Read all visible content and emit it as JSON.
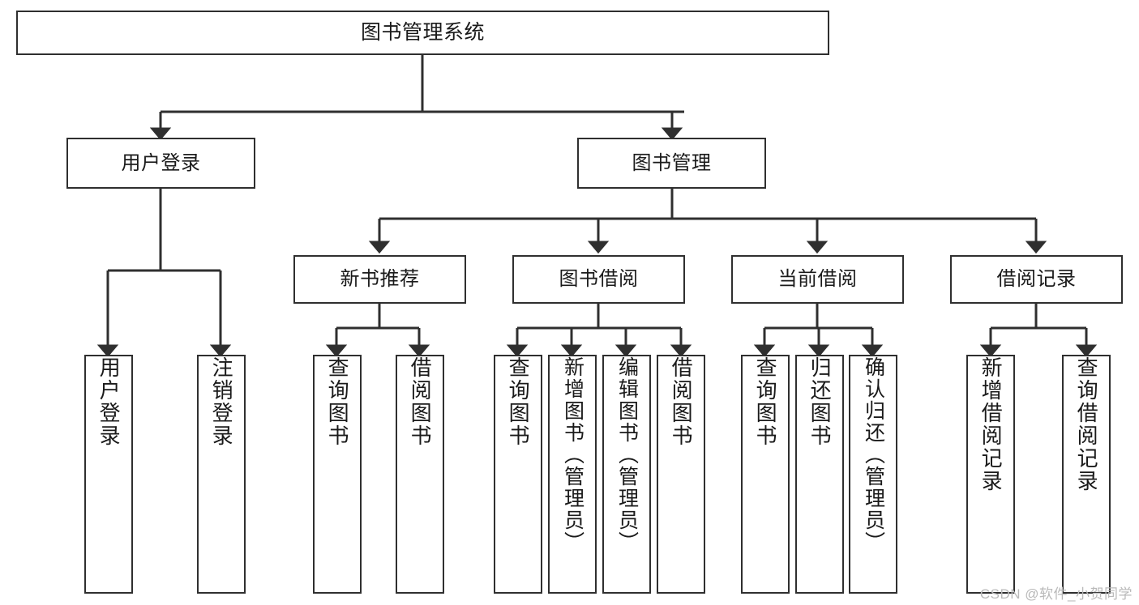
{
  "diagram": {
    "title": "图书管理系统",
    "background_color": "#ffffff",
    "line_color": "#2f2f2f",
    "text_color": "#1a1a1a"
  },
  "root": {
    "label": "图书管理系统"
  },
  "level2": [
    {
      "label": "用户登录"
    },
    {
      "label": "图书管理"
    }
  ],
  "level3": [
    {
      "label": "新书推荐"
    },
    {
      "label": "图书借阅"
    },
    {
      "label": "当前借阅"
    },
    {
      "label": "借阅记录"
    }
  ],
  "leaves": {
    "user_login": [
      {
        "label": "用户登录"
      },
      {
        "label": "注销登录"
      }
    ],
    "new_book": [
      {
        "label": "查询图书"
      },
      {
        "label": "借阅图书"
      }
    ],
    "borrow_book": [
      {
        "label": "查询图书"
      },
      {
        "label": "新增图书（管理员）"
      },
      {
        "label": "编辑图书（管理员）"
      },
      {
        "label": "借阅图书"
      }
    ],
    "current_borrow": [
      {
        "label": "查询图书"
      },
      {
        "label": "归还图书"
      },
      {
        "label": "确认归还（管理员）"
      }
    ],
    "borrow_record": [
      {
        "label": "新增借阅记录"
      },
      {
        "label": "查询借阅记录"
      }
    ]
  },
  "watermark": {
    "text": "CSDN @软件_小贺同学"
  }
}
